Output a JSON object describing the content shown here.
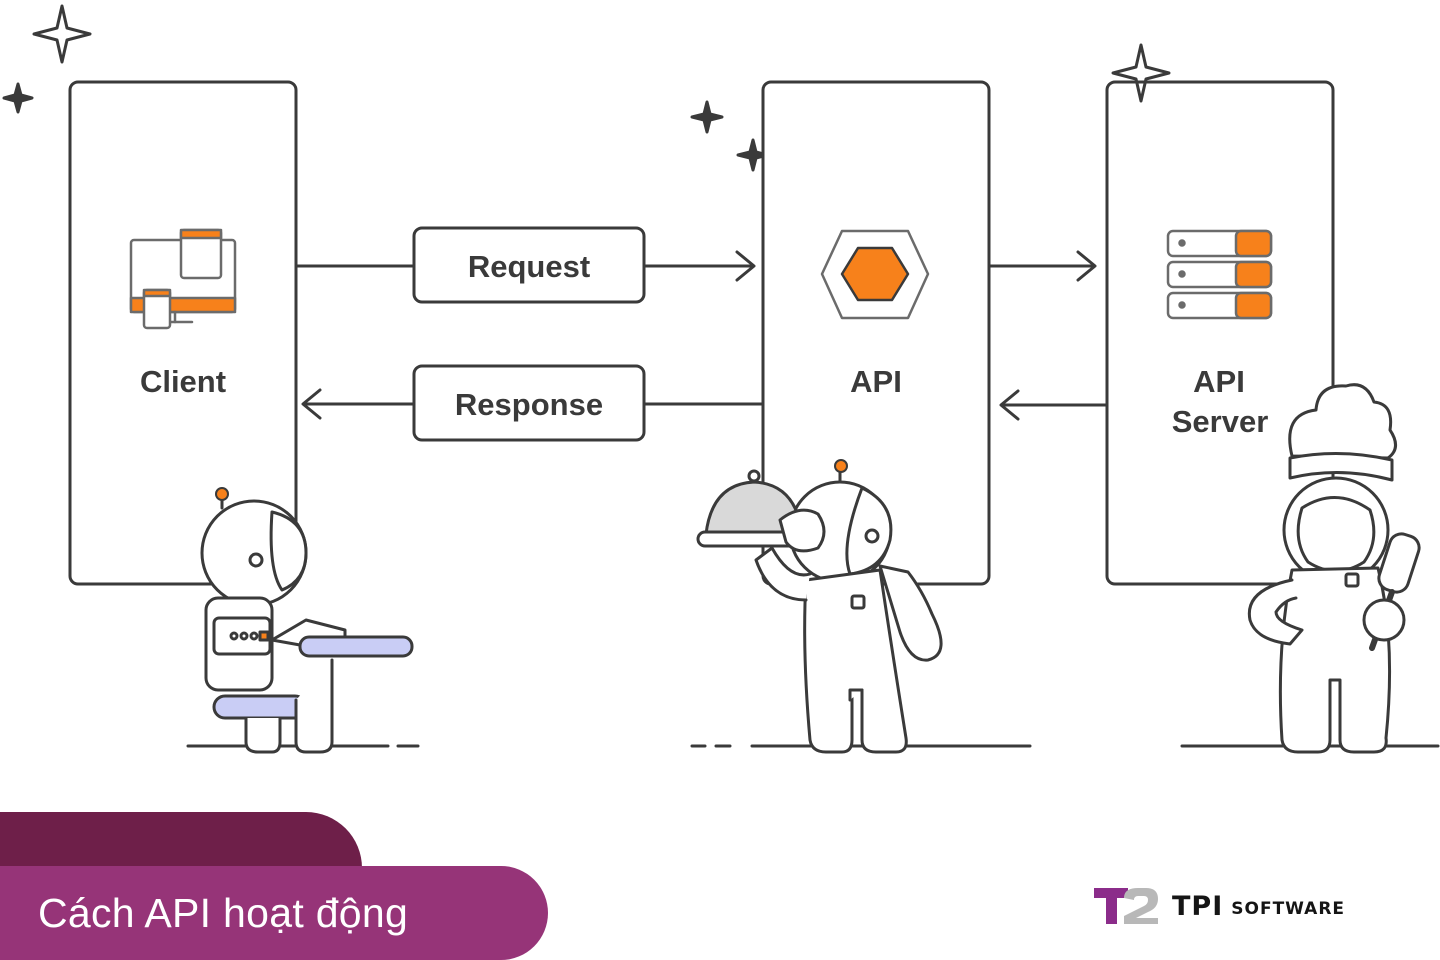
{
  "diagram": {
    "client_label": "Client",
    "api_label": "API",
    "server_label_line1": "API",
    "server_label_line2": "Server",
    "request_label": "Request",
    "response_label": "Response"
  },
  "banner": {
    "title": "Cách API hoạt động"
  },
  "brand": {
    "name": "TPI",
    "sub": "SOFTWARE"
  },
  "colors": {
    "accent_orange": "#f7811b",
    "banner_dark": "#6e1f49",
    "banner_light": "#963478",
    "stroke": "#3a3a3a",
    "chair_blue": "#c9cdf5"
  },
  "icons": [
    "sparkle-icon",
    "devices-icon",
    "hexagon-icon",
    "server-stack-icon",
    "arrow-right-icon",
    "arrow-left-icon"
  ]
}
